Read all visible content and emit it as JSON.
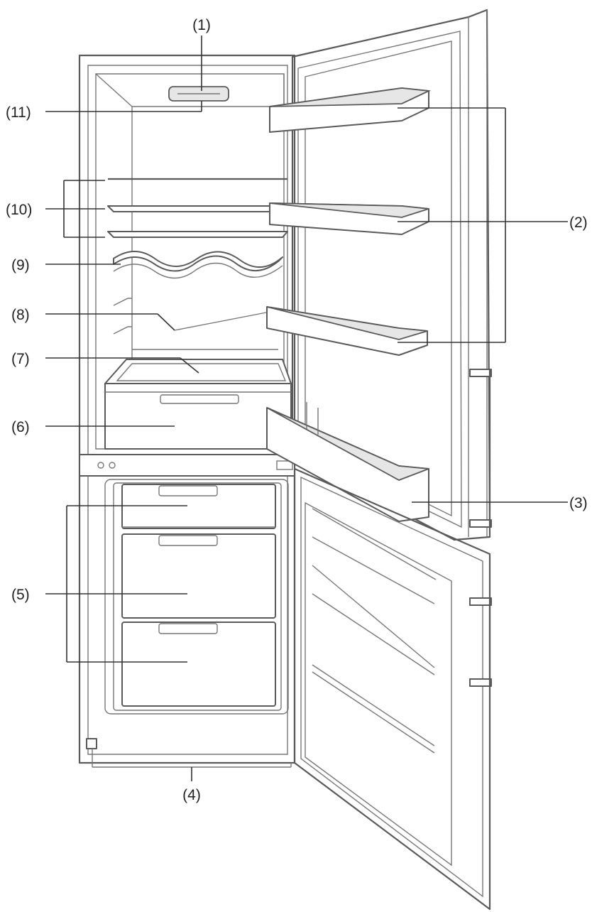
{
  "labels": {
    "l1": "(1)",
    "l2": "(2)",
    "l3": "(3)",
    "l4": "(4)",
    "l5": "(5)",
    "l6": "(6)",
    "l7": "(7)",
    "l8": "(8)",
    "l9": "(9)",
    "l10": "(10)",
    "l11": "(11)"
  },
  "colors": {
    "outline": "#5a5a5a",
    "leader": "#333333",
    "shade": "#e6e6e6"
  }
}
